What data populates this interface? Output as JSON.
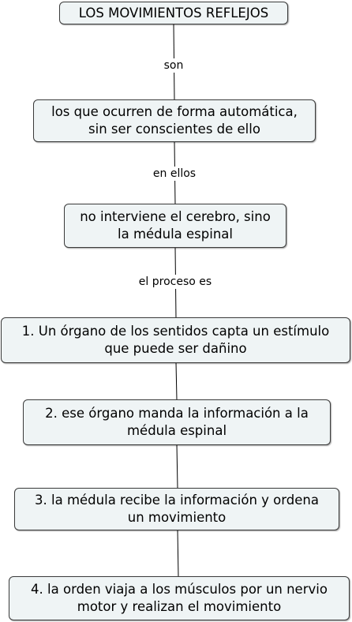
{
  "concepts": {
    "root": "LOS MOVIMIENTOS REFLEJOS",
    "c1": "los que ocurren de forma automática,\nsin ser conscientes de ello",
    "c2": "no interviene el cerebro, sino\nla médula espinal",
    "c3": "1. Un órgano de los sentidos capta un estímulo\nque puede ser dañino",
    "c4": "2. ese órgano manda la información a la\nmédula espinal",
    "c5": "3. la médula recibe la información y ordena\nun movimiento",
    "c6": "4. la orden viaja a los músculos por un nervio\nmotor y realizan el movimiento"
  },
  "links": {
    "l1": "son",
    "l2": "en ellos",
    "l3": "el proceso es"
  }
}
